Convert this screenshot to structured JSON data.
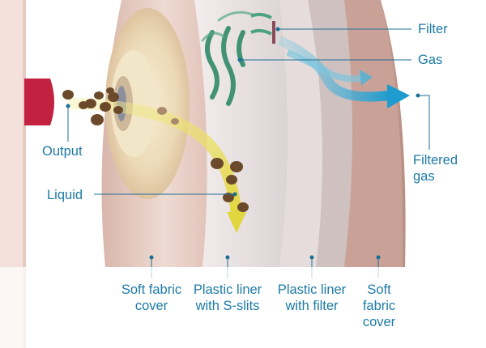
{
  "labels": {
    "filter": "Filter",
    "gas": "Gas",
    "output": "Output",
    "filtered_gas": "Filtered gas",
    "liquid": "Liquid",
    "layers": [
      "Soft fabric cover",
      "Plastic liner with S-slits",
      "Plastic liner with filter",
      "Soft fabric cover"
    ]
  },
  "colors": {
    "label_text": "#1d7aa6",
    "leader_line": "#1d6f96",
    "output_arrow": "#e8df5a",
    "gas_arrow": "#2aa6cf",
    "stoma": "#c2213f",
    "fabric": "#d7b3a8",
    "stool": "#6b4a2b"
  }
}
